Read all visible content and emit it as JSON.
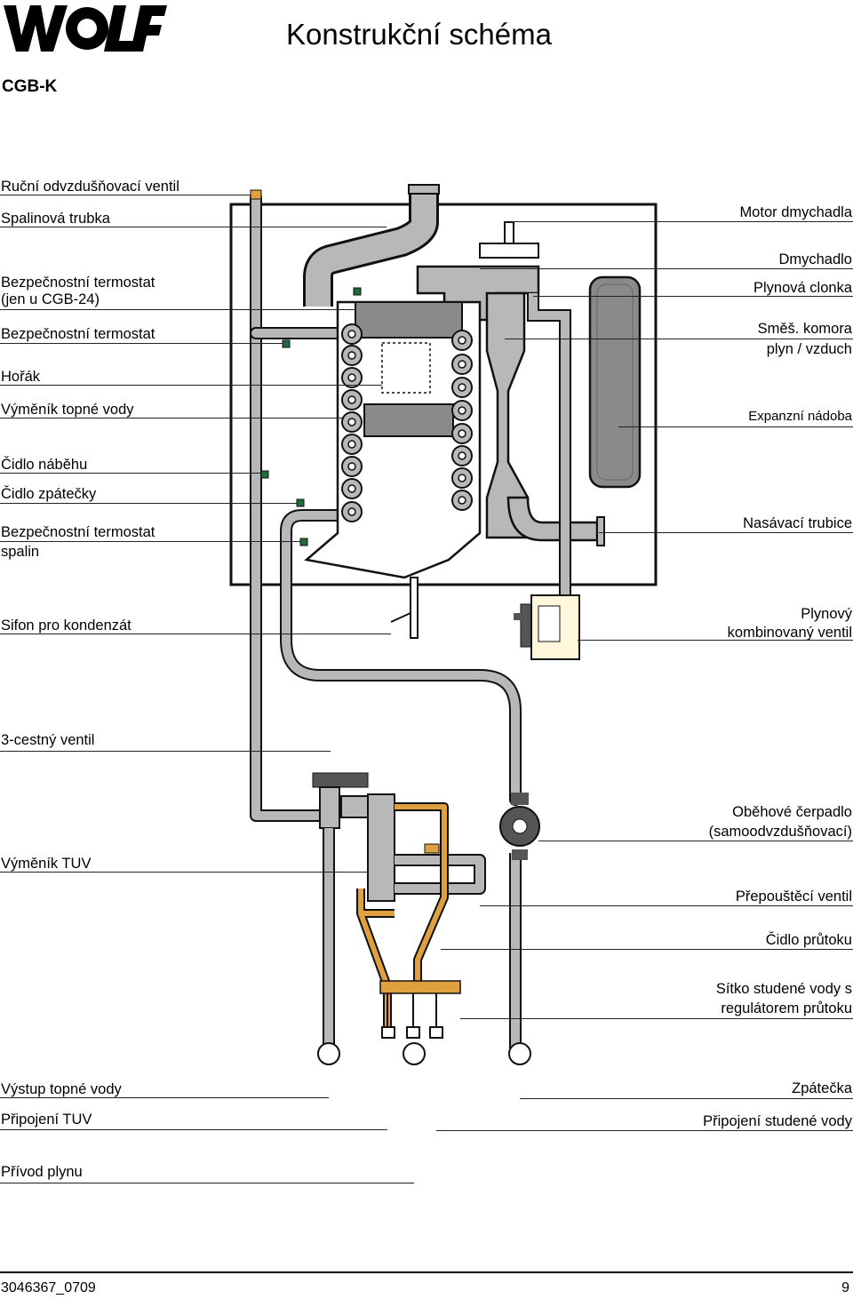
{
  "header": {
    "brand": "WOLF",
    "title": "Konstrukční schéma",
    "model": "CGB-K"
  },
  "labels_left": [
    {
      "id": "rucni",
      "text": "Ruční odvzdušňovací ventil"
    },
    {
      "id": "spalinova",
      "text": "Spalinová trubka"
    },
    {
      "id": "bezp1",
      "text": "Bezpečnostní  termostat",
      "text2": "(jen u CGB-24)"
    },
    {
      "id": "bezp2",
      "text": "Bezpečnostní termostat"
    },
    {
      "id": "horak",
      "text": "Hořák"
    },
    {
      "id": "vymenik",
      "text": "Výměník topné vody"
    },
    {
      "id": "nabeh",
      "text": "Čidlo náběhu"
    },
    {
      "id": "zpatecky",
      "text": "Čidlo zpátečky"
    },
    {
      "id": "bezp3",
      "text": "Bezpečnostní termostat",
      "text2": "spalin"
    },
    {
      "id": "sifon",
      "text": "Sifon pro kondenzát"
    },
    {
      "id": "cestny",
      "text": "3-cestný ventil"
    },
    {
      "id": "tuv",
      "text": "Výměník TUV"
    },
    {
      "id": "vystup",
      "text": "Výstup topné vody"
    },
    {
      "id": "pripojeni-tuv",
      "text": "Připojení  TUV"
    },
    {
      "id": "privod",
      "text": "Přívod plynu"
    }
  ],
  "labels_right": [
    {
      "id": "motor",
      "text": "Motor dmychadla"
    },
    {
      "id": "dmychadlo",
      "text": "Dmychadlo"
    },
    {
      "id": "clonka",
      "text": "Plynová clonka"
    },
    {
      "id": "smes",
      "text": "Směš. komora",
      "text2": "plyn / vzduch"
    },
    {
      "id": "expanzni",
      "text": "Expanzní nádoba"
    },
    {
      "id": "nasavaci",
      "text": "Nasávací trubice"
    },
    {
      "id": "plynovy",
      "text": "Plynový",
      "text2": "kombinovaný ventil"
    },
    {
      "id": "cerpadlo",
      "text": "Oběhové čerpadlo",
      "text2": "(samoodvzdušňovací)"
    },
    {
      "id": "prepoustec",
      "text": "Přepouštěcí ventil"
    },
    {
      "id": "prutok",
      "text": "Čidlo průtoku"
    },
    {
      "id": "sitko",
      "text": "Sítko studené vody s",
      "text2": "regulátorem průtoku"
    },
    {
      "id": "zpatecka",
      "text": "Zpátečka"
    },
    {
      "id": "studena",
      "text": "Připojení studené vody"
    }
  ],
  "footer": {
    "doc_number": "3046367_0709",
    "page": "9"
  },
  "colors": {
    "pipe_grey": "#b8b8b8",
    "pipe_orange": "#e0a040",
    "vessel_grey": "#8a8a8a",
    "sensor_green": "#1f6b3a",
    "outline": "#111111"
  }
}
